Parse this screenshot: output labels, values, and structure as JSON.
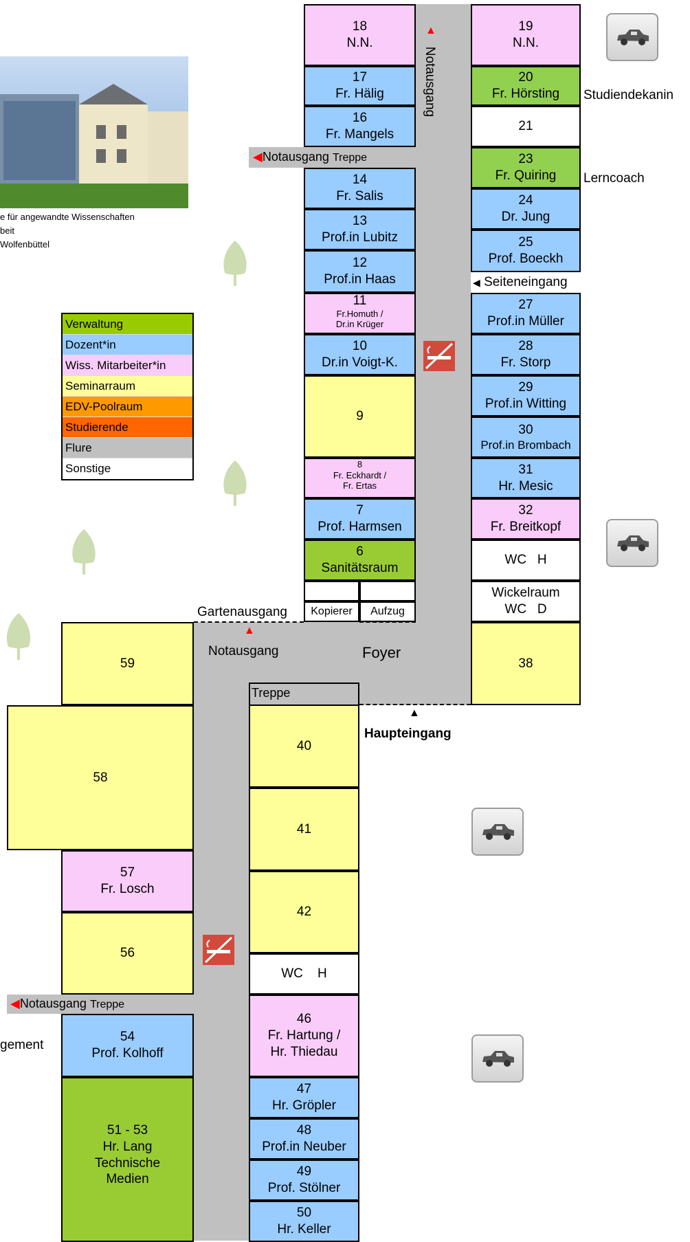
{
  "colors": {
    "pink": "#f9ccf9",
    "blue": "#99ccff",
    "green": "#99cc33",
    "yellow": "#ffff99",
    "orange": "#ff9900",
    "orange_dark": "#ff6600",
    "gray": "#c0c0c0",
    "white": "#ffffff"
  },
  "legend": [
    {
      "label": "Verwaltung",
      "color": "#99cc00"
    },
    {
      "label": "Dozent*in",
      "color": "#99ccff"
    },
    {
      "label": "Wiss. Mitarbeiter*in",
      "color": "#f9ccf9"
    },
    {
      "label": "Seminarraum",
      "color": "#ffff99"
    },
    {
      "label": "EDV-Poolraum",
      "color": "#ff9900"
    },
    {
      "label": "Studierende",
      "color": "#ff6600"
    },
    {
      "label": "Flure",
      "color": "#c0c0c0"
    },
    {
      "label": "Sonstige",
      "color": "#ffffff"
    }
  ],
  "caption": {
    "line1": "e für angewandte Wissenschaften",
    "line2": "beit",
    "line3": " Wolfenbüttel"
  },
  "labels": {
    "notausgang_vertical": "Notausgang",
    "notausgang_treppe_top_a": "Notausgang",
    "notausgang_treppe_top_b": "Treppe",
    "studiendekanin": "Studiendekanin",
    "lerncoach": "Lerncoach",
    "seiteneingang": "Seiteneingang",
    "gartenausgang": "Gartenausgang",
    "notausgang_foyer": "Notausgang",
    "foyer": "Foyer",
    "treppe": "Treppe",
    "haupteingang": "Haupteingang",
    "notausgang_treppe_bottom_a": "Notausgang",
    "notausgang_treppe_bottom_b": "Treppe",
    "gement": "gement"
  },
  "rooms": {
    "r18": {
      "num": "18",
      "name": "N.N."
    },
    "r19": {
      "num": "19",
      "name": "N.N."
    },
    "r17": {
      "num": "17",
      "name": "Fr. Hälig"
    },
    "r20": {
      "num": "20",
      "name": "Fr. Hörsting"
    },
    "r16": {
      "num": "16",
      "name": "Fr. Mangels"
    },
    "r21": {
      "num": "21"
    },
    "r14": {
      "num": "14",
      "name": "Fr. Salis"
    },
    "r23": {
      "num": "23",
      "name": "Fr. Quiring"
    },
    "r13": {
      "num": "13",
      "name": "Prof.in Lubitz"
    },
    "r24": {
      "num": "24",
      "name": "Dr. Jung"
    },
    "r12": {
      "num": "12",
      "name": "Prof.in Haas"
    },
    "r25": {
      "num": "25",
      "name": "Prof. Boeckh"
    },
    "r11": {
      "num": "11",
      "name1": "Fr.Homuth /",
      "name2": "Dr.in Krüger"
    },
    "r27": {
      "num": "27",
      "name": "Prof.in Müller"
    },
    "r10": {
      "num": "10",
      "name": "Dr.in  Voigt-K."
    },
    "r28": {
      "num": "28",
      "name": "Fr. Storp"
    },
    "r9": {
      "num": "9"
    },
    "r29": {
      "num": "29",
      "name": "Prof.in Witting"
    },
    "r30": {
      "num": "30",
      "name": "Prof.in Brombach"
    },
    "r8": {
      "num": "8",
      "name1": "Fr. Eckhardt /",
      "name2": "Fr. Ertas"
    },
    "r31": {
      "num": "31",
      "name": "Hr. Mesic"
    },
    "r7": {
      "num": "7",
      "name": "Prof. Harmsen"
    },
    "r32": {
      "num": "32",
      "name": "Fr. Breitkopf"
    },
    "r6": {
      "num": "6",
      "name": "Sanitätsraum"
    },
    "wch_top": {
      "name": "WC   H"
    },
    "wickel": {
      "line1": "Wickelraum",
      "line2": "WC   D"
    },
    "kopierer": {
      "name": "Kopierer"
    },
    "aufzug": {
      "name": "Aufzug"
    },
    "r59": {
      "num": "59"
    },
    "r38": {
      "num": "38"
    },
    "r58": {
      "num": "58"
    },
    "r40": {
      "num": "40"
    },
    "r41": {
      "num": "41"
    },
    "r57": {
      "num": "57",
      "name": "Fr. Losch"
    },
    "r42": {
      "num": "42"
    },
    "r56": {
      "num": "56"
    },
    "wch_bottom": {
      "name": "WC    H"
    },
    "r54": {
      "num": "54",
      "name": "Prof. Kolhoff"
    },
    "r46": {
      "num": "46",
      "name1": "Fr. Hartung /",
      "name2": "Hr. Thiedau"
    },
    "r47": {
      "num": "47",
      "name": "Hr. Gröpler"
    },
    "r48": {
      "num": "48",
      "name": "Prof.in Neuber"
    },
    "r49": {
      "num": "49",
      "name": "Prof. Stölner"
    },
    "r50": {
      "num": "50",
      "name": "Hr. Keller"
    },
    "r5153": {
      "num": "51 - 53",
      "line1": "Hr. Lang",
      "line2": "Technische",
      "line3": "Medien"
    }
  },
  "icons": {
    "car": "car-icon",
    "tree": "tree-icon",
    "no_smoking": "no-smoking-icon",
    "arrow": "arrow-icon"
  }
}
